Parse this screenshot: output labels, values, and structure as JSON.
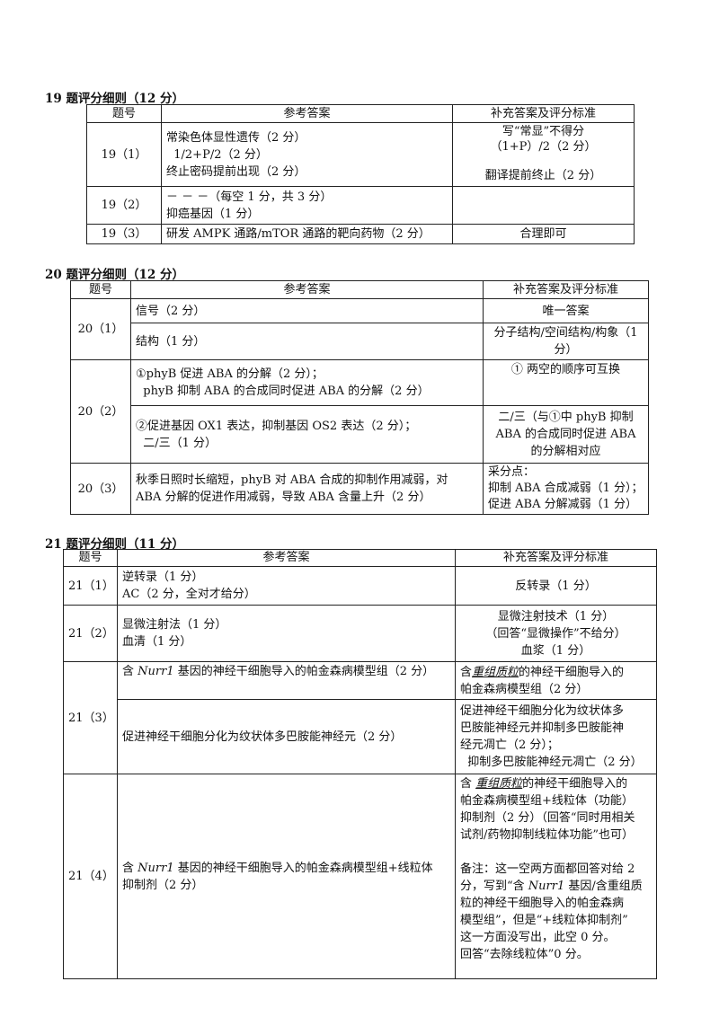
{
  "sections": {
    "s19": {
      "title": "19 题评分细则（12 分）",
      "headers": [
        "题号",
        "参考答案",
        "补充答案及评分标准"
      ],
      "r1": {
        "q": "19（1）",
        "ans": [
          "常染色体显性遗传（2 分）",
          "  1/2+P/2（2 分）",
          "终止密码提前出现（2 分）"
        ],
        "sup": [
          "写“常显”不得分",
          "（1+P）/2（2 分）",
          "翻译提前终止（2 分）"
        ]
      },
      "r2": {
        "q": "19（2）",
        "ans": [
          "－ － －（每空 1 分，共 3 分）",
          "抑癌基因（1 分）"
        ]
      },
      "r3": {
        "q": "19（3）",
        "ans": "研发 AMPK 通路/mTOR 通路的靶向药物（2 分）",
        "sup": "合理即可"
      }
    },
    "s20": {
      "title": "20 题评分细则（12 分）",
      "headers": [
        "题号",
        "参考答案",
        "补充答案及评分标准"
      ],
      "r1": {
        "q": "20（1）",
        "a1": "信号（2 分）",
        "s1": "唯一答案",
        "a2": "结构（1 分）",
        "s2": "分子结构/空间结构/构象（1 分）"
      },
      "r2": {
        "q": "20（2）",
        "a1": [
          "①phyB 促进 ABA 的分解（2 分）；",
          "  phyB 抑制 ABA 的合成同时促进 ABA 的分解（2 分）"
        ],
        "s1": "①  两空的顺序可互换",
        "a2": [
          "②促进基因 OX1 表达，抑制基因 OS2 表达（2 分）；",
          "  二/三（1 分）"
        ],
        "s2": [
          "二/三（与①中 phyB 抑制",
          "ABA 的合成同时促进 ABA",
          "的分解相对应"
        ]
      },
      "r3": {
        "q": "20（3）",
        "ans": [
          "秋季日照时长缩短，phyB 对 ABA 合成的抑制作用减弱，对",
          "ABA 分解的促进作用减弱，导致 ABA 含量上升（2 分）"
        ],
        "sup": [
          "采分点：",
          "抑制 ABA 合成减弱（1 分）；",
          "促进 ABA 分解减弱（1 分）"
        ]
      }
    },
    "s21": {
      "title": "21 题评分细则（11 分）",
      "headers": [
        "题号",
        "参考答案",
        "补充答案及评分标准"
      ],
      "r1": {
        "q": "21（1）",
        "ans": [
          "逆转录（1 分）",
          "AC（2 分，全对才给分）"
        ],
        "sup": "反转录（1 分）"
      },
      "r2": {
        "q": "21（2）",
        "ans": [
          "显微注射法（1 分）",
          "血清（1 分）"
        ],
        "sup": [
          "显微注射技术（1 分）",
          "（回答“显微操作”不给分）",
          "血浆（1 分）"
        ]
      },
      "r3": {
        "q": "21（3）",
        "a1_pre": "含 ",
        "a1_em": "Nurr1",
        "a1_post": " 基因的神经干细胞导入的帕金森病模型组（2 分）",
        "s1_pre": "含",
        "s1_ul": "重组质粒",
        "s1_post": "的神经干细胞导入的",
        "s1_l2": "帕金森病模型组（2 分）",
        "a2": "促进神经干细胞分化为纹状体多巴胺能神经元（2 分）",
        "s2": [
          "促进神经干细胞分化为纹状体多",
          "巴胺能神经元并抑制多巴胺能神",
          "经元凋亡（2 分）；",
          "  抑制多巴胺能神经元凋亡（2 分）"
        ]
      },
      "r4": {
        "q": "21（4）",
        "a_pre": "含 ",
        "a_em": "Nurr1",
        "a_post1": " 基因的神经干细胞导入的帕金森病模型组+线粒体",
        "a_l2": "抑制剂（2 分）",
        "s_pre": "含 ",
        "s_ul": "重组质粒",
        "s_post": "的神经干细胞导入的",
        "s_lines": [
          "帕金森病模型组+线粒体（功能）",
          "抑制剂（2 分）（回答“同时用相关",
          "试剂/药物抑制线粒体功能”也可）"
        ],
        "note_1": "备注：这一空两方面都回答对给 2",
        "note_2_pre": "分，写到“含 ",
        "note_2_em": "Nurr1",
        "note_2_post": " 基因/含重组质",
        "note_rest": [
          "粒的神经干细胞导入的帕金森病",
          "模型组”，但是“+线粒体抑制剂”",
          "这一方面没写出，此空 0 分。",
          "回答“去除线粒体”0 分。"
        ]
      }
    }
  }
}
